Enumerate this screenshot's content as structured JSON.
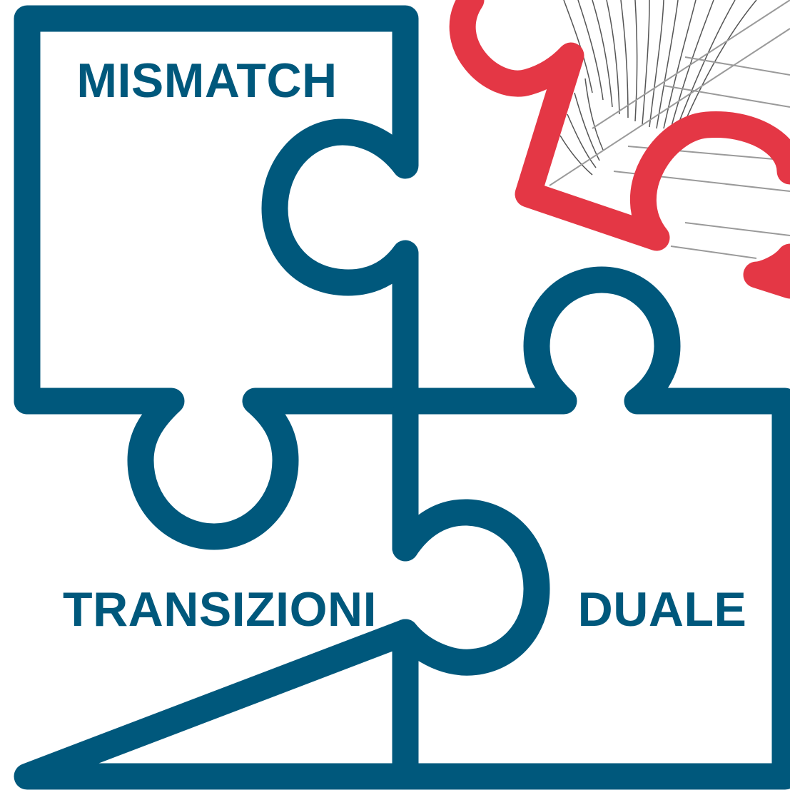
{
  "colors": {
    "piece_blue": "#00587c",
    "piece_red": "#e43745",
    "background": "#ffffff",
    "hatch": "#9a9a9a"
  },
  "pieces": [
    {
      "id": "top-left",
      "label": "MISMATCH"
    },
    {
      "id": "bottom-left",
      "label": "TRANSIZIONI"
    },
    {
      "id": "bottom-right",
      "label": "DUALE"
    },
    {
      "id": "top-right-red",
      "label": ""
    }
  ]
}
